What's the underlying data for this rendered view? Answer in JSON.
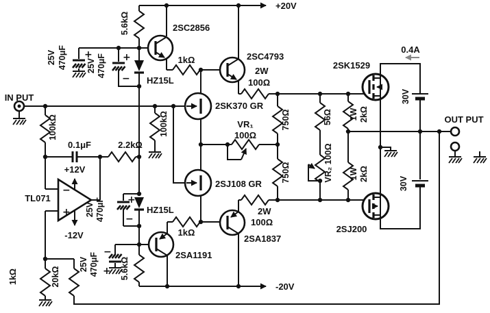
{
  "io": {
    "input_label": "IN PUT",
    "output_label": "OUT PUT"
  },
  "rails": {
    "vplus": "+20V",
    "vminus": "-20V"
  },
  "opamp": {
    "part": "TL071",
    "supply_plus": "+12V",
    "supply_minus": "-12V",
    "in_minus": "−",
    "in_plus": "+"
  },
  "input_network": {
    "r_series": "100kΩ",
    "r_gate": "100kΩ",
    "c_servo": "0.1μF",
    "r_servo": "2.2kΩ"
  },
  "feedback": {
    "r_ground": "1kΩ",
    "r_feedback": "20kΩ"
  },
  "bias": {
    "r_top": "5.6kΩ",
    "r_bottom": "5.6kΩ",
    "zener_top": "HZ15L",
    "zener_bottom": "HZ15L",
    "caps": {
      "c1": {
        "v": "25V",
        "c": "470μF",
        "plus": "+"
      },
      "c2": {
        "v": "25V",
        "c": "470μF",
        "plus": "+",
        "minus": "−"
      },
      "c3": {
        "v": "25V",
        "c": "470μF",
        "plus": "+",
        "minus": "−"
      },
      "c4": {
        "v": "25V",
        "c": "470μF",
        "plus": "+",
        "minus": "−"
      }
    }
  },
  "driver": {
    "q_top": "2SC2856",
    "q_bottom": "2SA1191",
    "r_top": "1kΩ",
    "r_bottom": "1kΩ"
  },
  "pre_output": {
    "q_top": "2SC4793",
    "q_bottom": "2SA1837",
    "r_top_w": "2W",
    "r_top": "100Ω",
    "r_bottom_w": "2W",
    "r_bottom": "100Ω"
  },
  "jfet": {
    "top": "2SK370 GR",
    "bottom": "2SJ108 GR",
    "vr1_name": "VR₁",
    "vr1_value": "100Ω"
  },
  "gate_network": {
    "r750_top": "750Ω",
    "r750_bottom": "750Ω",
    "r56": "56Ω",
    "vr2": "VR₂ 100Ω",
    "r2k_top_w": "1W",
    "r2k_top": "2kΩ",
    "r2k_bottom_w": "1W",
    "r2k_bottom": "2kΩ"
  },
  "output_stage": {
    "m_top": "2SK1529",
    "m_bottom": "2SJ200",
    "battery_top": "30V",
    "battery_bottom": "30V",
    "bias_current": "0.4A"
  }
}
